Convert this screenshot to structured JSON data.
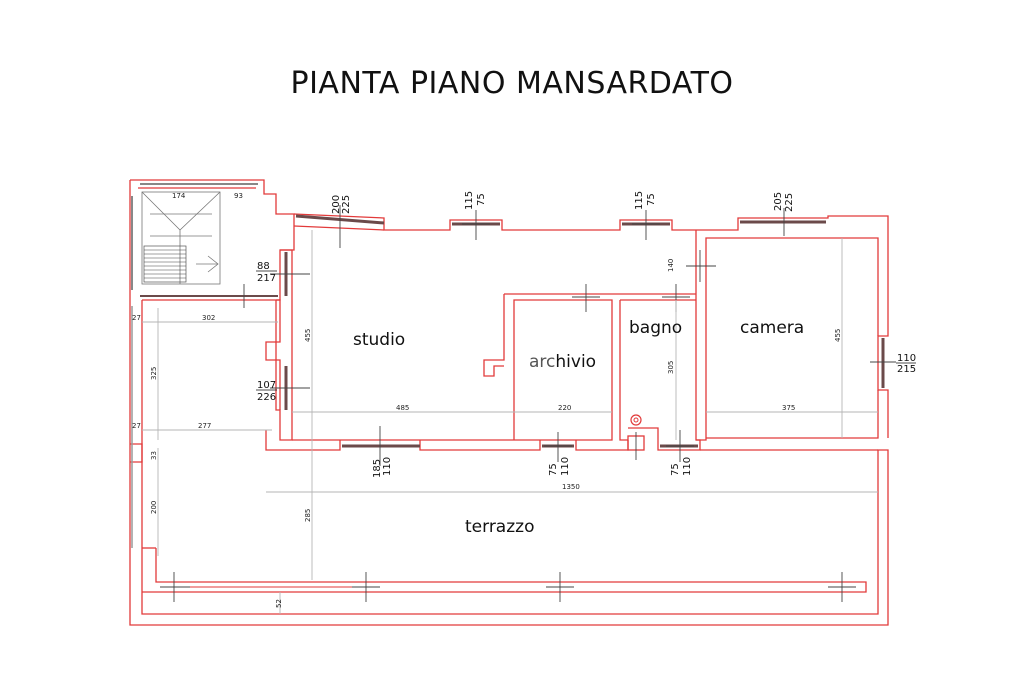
{
  "title": "PIANTA PIANO MANSARDATO",
  "rooms": {
    "studio": "studio",
    "archivio_a": "arc",
    "archivio_b": "hivio",
    "bagno": "bagno",
    "camera": "camera",
    "terrazzo": "terrazzo"
  },
  "dimensions": {
    "d174": "174",
    "d93": "93",
    "d27a": "27",
    "d302": "302",
    "d27b": "27",
    "d277": "277",
    "d325": "325",
    "d33": "33",
    "d200": "200",
    "d285": "285",
    "d52": "52",
    "d455a": "455",
    "d485": "485",
    "d220": "220",
    "d305": "305",
    "d140": "140",
    "d455b": "455",
    "d375": "375",
    "d1350": "1350"
  },
  "openings": {
    "o1_w": "200",
    "o1_h": "225",
    "o2_w": "115",
    "o2_h": "75",
    "o3_w": "115",
    "o3_h": "75",
    "o4_w": "205",
    "o4_h": "225",
    "o5_w": "88",
    "o5_h": "217",
    "o6_w": "107",
    "o6_h": "226",
    "o7_w": "110",
    "o7_h": "215",
    "o8_w": "185",
    "o8_h": "110",
    "o9_w": "75",
    "o9_h": "110",
    "o10_w": "75",
    "o10_h": "110"
  },
  "colors": {
    "wall": "#e23a3a",
    "dimension": "#b5b5b5",
    "window": "#6b4a4a"
  }
}
